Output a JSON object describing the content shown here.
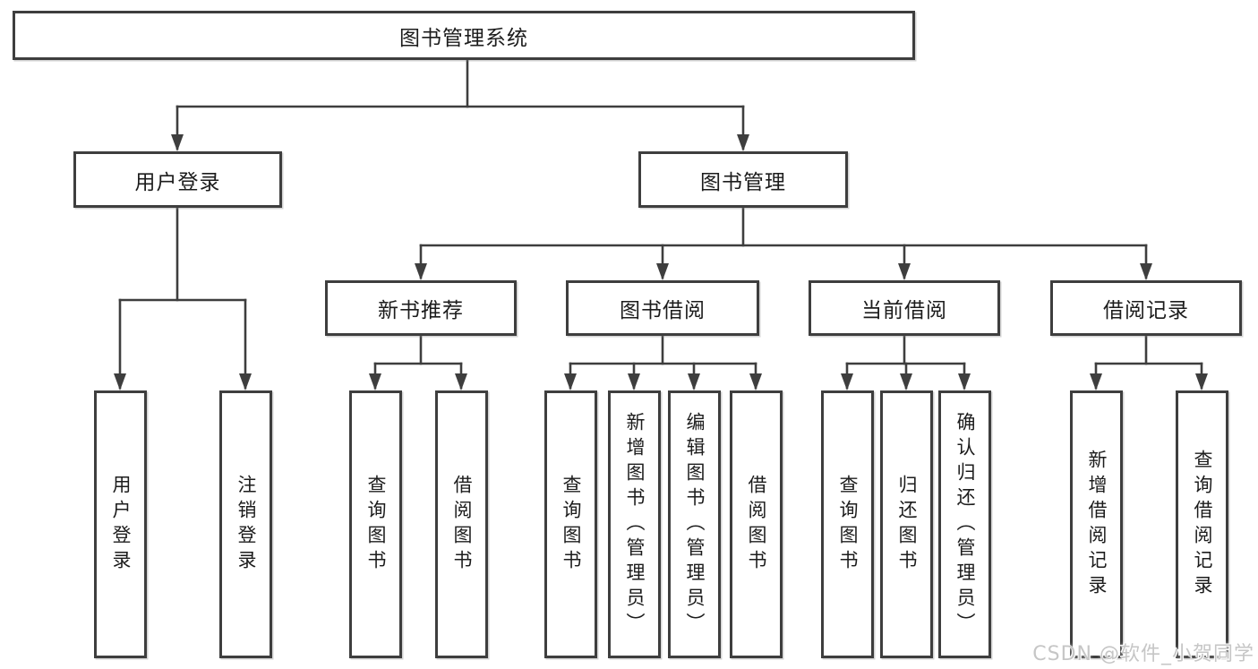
{
  "watermark": "CSDN @软件_小贺同学",
  "colors": {
    "line": "#3e3e3e",
    "text": "#1c1c1c",
    "watermark": "#c6c6c6",
    "background": "#ffffff"
  },
  "tree": {
    "label": "图书管理系统",
    "children": [
      {
        "label": "用户登录",
        "children": [
          {
            "label": "用户登录"
          },
          {
            "label": "注销登录"
          }
        ]
      },
      {
        "label": "图书管理",
        "children": [
          {
            "label": "新书推荐",
            "children": [
              {
                "label": "查询图书"
              },
              {
                "label": "借阅图书"
              }
            ]
          },
          {
            "label": "图书借阅",
            "children": [
              {
                "label": "查询图书"
              },
              {
                "label": "新增图书（管理员）"
              },
              {
                "label": "编辑图书（管理员）"
              },
              {
                "label": "借阅图书"
              }
            ]
          },
          {
            "label": "当前借阅",
            "children": [
              {
                "label": "查询图书"
              },
              {
                "label": "归还图书"
              },
              {
                "label": "确认归还（管理员）"
              }
            ]
          },
          {
            "label": "借阅记录",
            "children": [
              {
                "label": "新增借阅记录"
              },
              {
                "label": "查询借阅记录"
              }
            ]
          }
        ]
      }
    ]
  }
}
